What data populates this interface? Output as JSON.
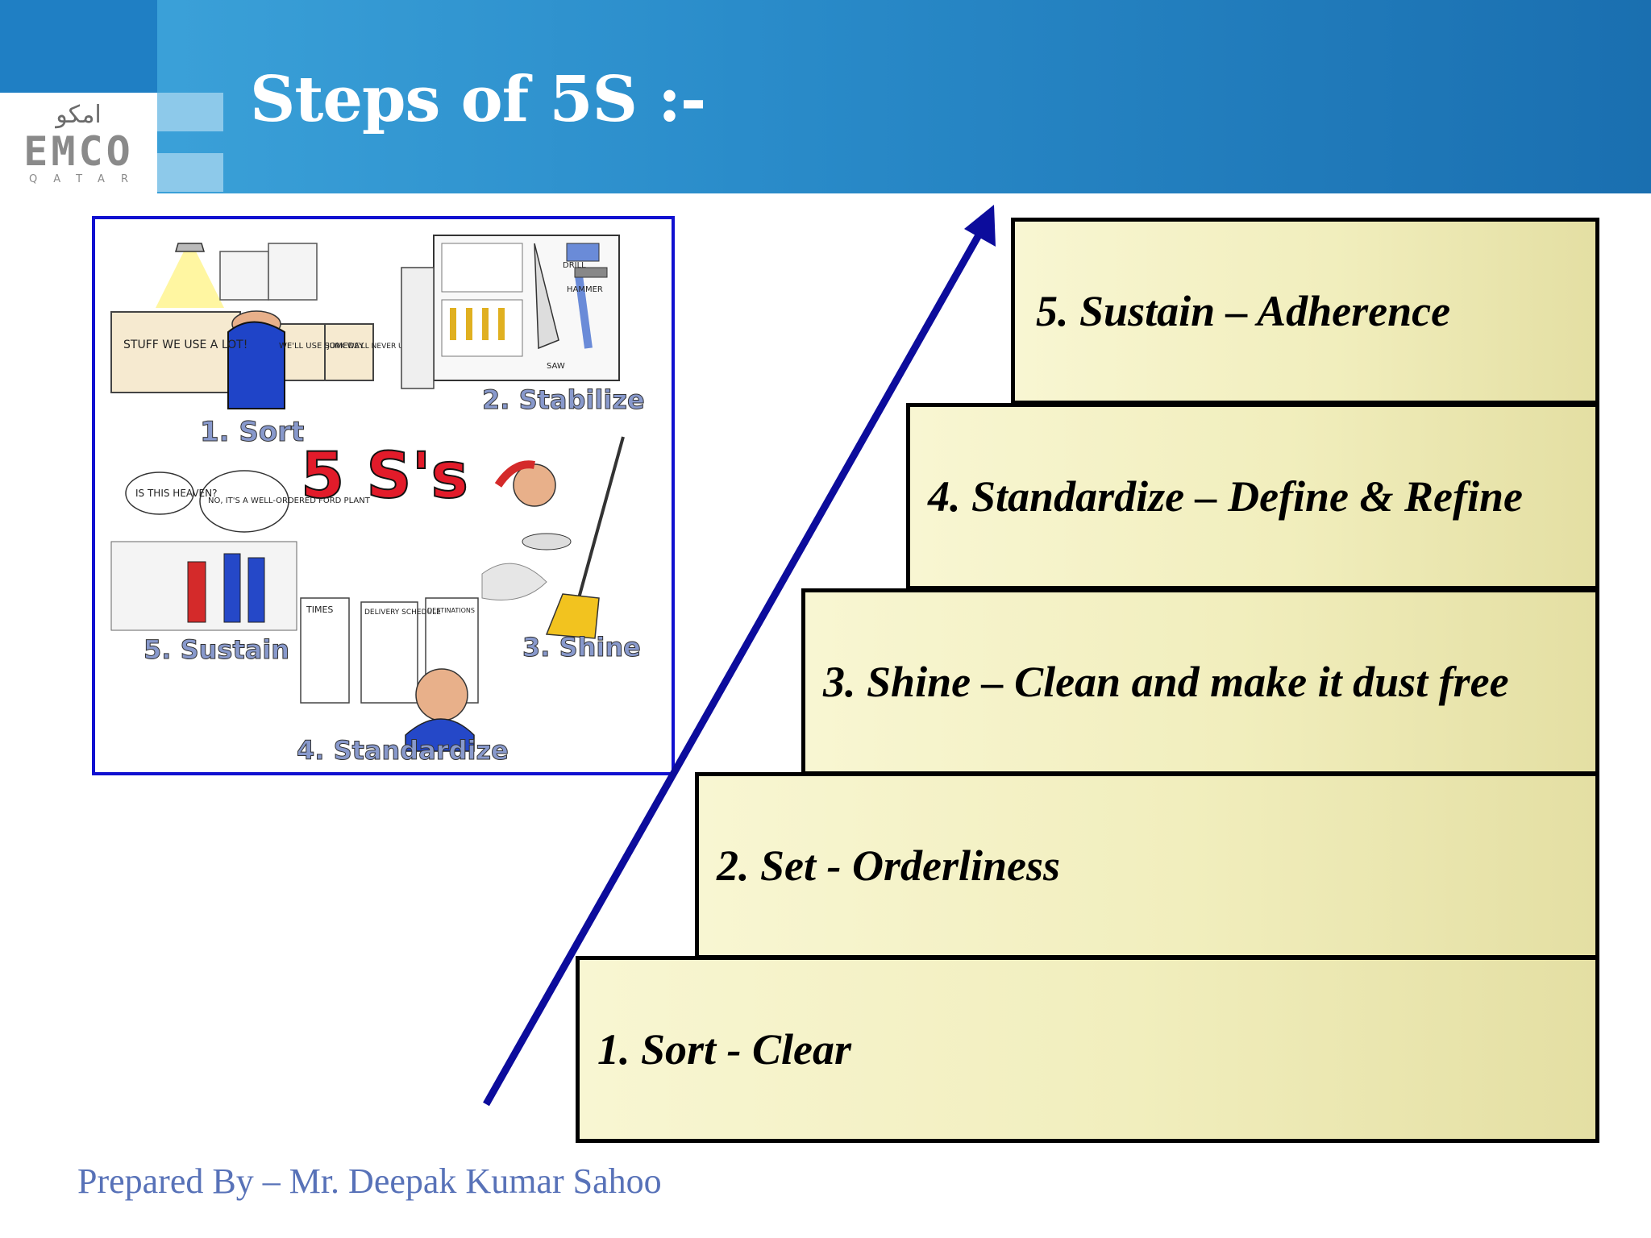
{
  "header": {
    "title": "Steps of 5S :-",
    "logo": {
      "arabic": "امكو",
      "name": "EMCO",
      "sub": "QATAR"
    }
  },
  "illustration": {
    "center_label": "5 S's",
    "labels": {
      "sort": "1. Sort",
      "stabilize": "2. Stabilize",
      "shine": "3. Shine",
      "standardize": "4. Standardize",
      "sustain": "5. Sustain"
    },
    "captions": {
      "box1": "STUFF WE USE A LOT!",
      "box2": "WE'LL USE SOMEDAY",
      "box3": "JUNK WE'LL NEVER USE",
      "bubble1": "IS THIS HEAVEN?",
      "bubble2": "NO, IT'S A WELL-ORDERED FORD PLANT",
      "board1": "TIMES",
      "board2": "DELIVERY SCHEDULE",
      "board3": "DESTINATIONS",
      "tool1": "DRILL",
      "tool2": "HAMMER",
      "tool3": "SAW"
    },
    "border_color": "#1010d0"
  },
  "steps": [
    {
      "label": "5. Sustain – Adherence"
    },
    {
      "label": "4. Standardize – Define & Refine"
    },
    {
      "label": "3. Shine – Clean and make it dust free"
    },
    {
      "label": "2. Set  - Orderliness"
    },
    {
      "label": "1. Sort - Clear"
    }
  ],
  "arrow_color": "#0c0c9c",
  "footer": "Prepared By – Mr. Deepak Kumar Sahoo"
}
